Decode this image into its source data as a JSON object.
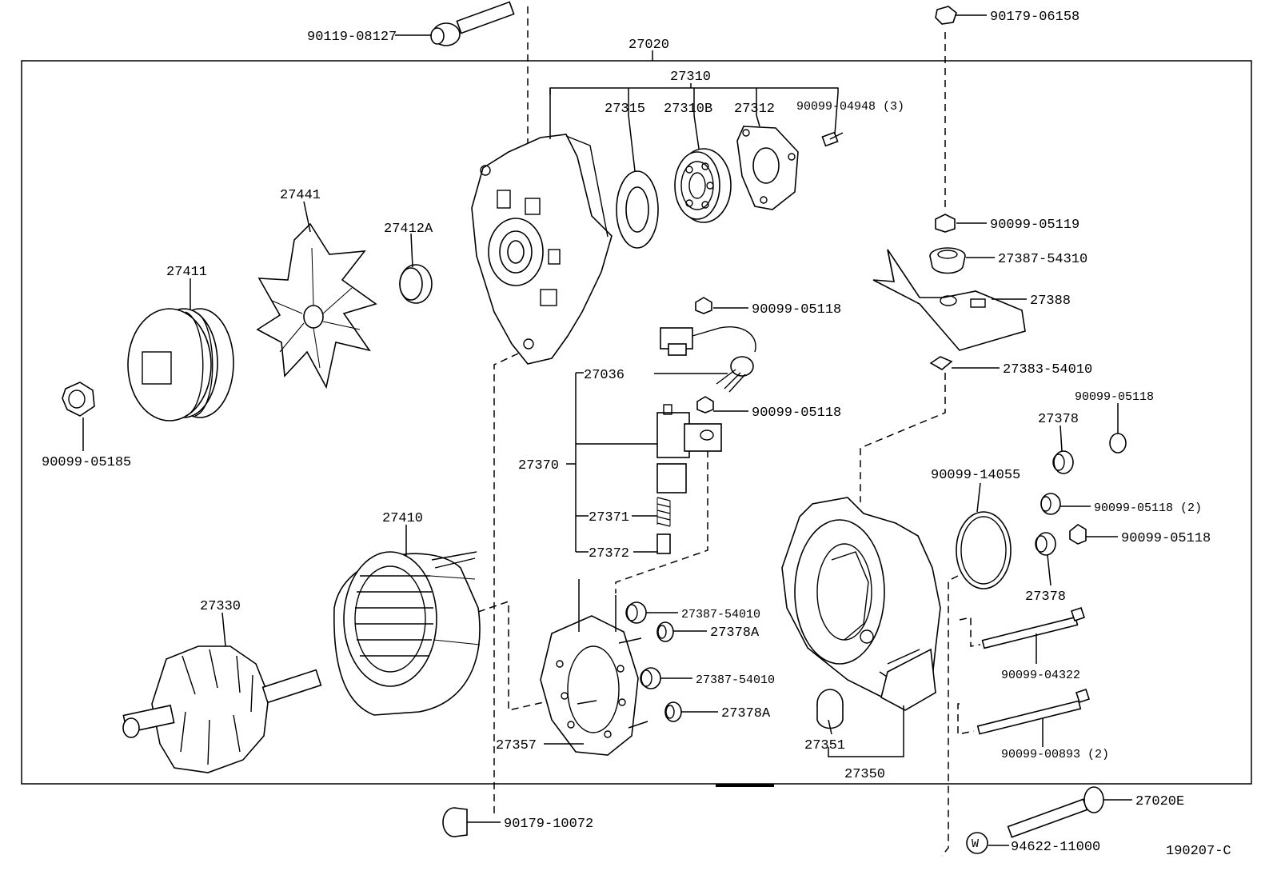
{
  "diagram_id": "190207-C",
  "assembly_label": "27020",
  "labels": {
    "p90119_08127": "90119-08127",
    "p27020": "27020",
    "p90179_06158": "90179-06158",
    "p27310": "27310",
    "p27315": "27315",
    "p27310B": "27310B",
    "p27312": "27312",
    "p90099_04948": "90099-04948 (3)",
    "p27441": "27441",
    "p27412A": "27412A",
    "p90099_05119": "90099-05119",
    "p27387_54310": "27387-54310",
    "p27411": "27411",
    "p27388": "27388",
    "p90099_05118_a": "90099-05118",
    "p27036": "27036",
    "p27383_54010": "27383-54010",
    "p90099_05118_b": "90099-05118",
    "p90099_05118_c": "90099-05118",
    "p27378_a": "27378",
    "p90099_05185": "90099-05185",
    "p27370": "27370",
    "p90099_14055": "90099-14055",
    "p90099_05118_2": "90099-05118 (2)",
    "p27371": "27371",
    "p27410": "27410",
    "p90099_05118_d": "90099-05118",
    "p27372": "27372",
    "p27378_b": "27378",
    "p27330": "27330",
    "p27387_54010_a": "27387-54010",
    "p27378A_a": "27378A",
    "p90099_04322": "90099-04322",
    "p27387_54010_b": "27387-54010",
    "p27378A_b": "27378A",
    "p27357": "27357",
    "p27351": "27351",
    "p90099_00893": "90099-00893 (2)",
    "p27350": "27350",
    "p27020E": "27020E",
    "p90179_10072": "90179-10072",
    "p94622_11000": "94622-11000",
    "w_symbol": "W"
  }
}
